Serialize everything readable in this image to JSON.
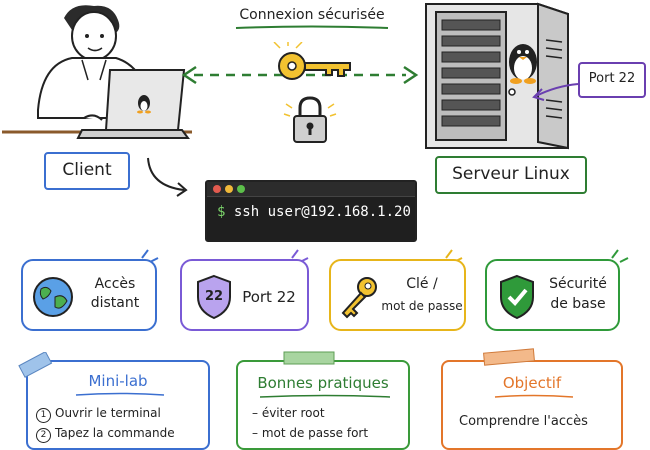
{
  "header": {
    "title": "Connexion sécurisée"
  },
  "client": {
    "label": "Client"
  },
  "server": {
    "label": "Serveur Linux",
    "port_callout": "Port 22"
  },
  "terminal": {
    "prompt": "$",
    "command": "ssh user@192.168.1.20"
  },
  "cards": [
    {
      "line1": "Accès",
      "line2": "distant",
      "color": "#3b6fd0"
    },
    {
      "line1": "",
      "line2": "Port 22",
      "badge": "22",
      "color": "#7a5ad6"
    },
    {
      "line1": "Clé /",
      "line2": "mot de passe",
      "color": "#e7b51a"
    },
    {
      "line1": "Sécurité",
      "line2": "de base",
      "color": "#2f9a3a"
    }
  ],
  "panels": {
    "minilab": {
      "title": "Mini-lab",
      "line1_num": "1",
      "line1": "Ouvrir le terminal",
      "line2_num": "2",
      "line2": "Tapez la commande",
      "color": "#3b6fd0"
    },
    "bonnes": {
      "title": "Bonnes pratiques",
      "line1": "– éviter root",
      "line2": "– mot de passe fort",
      "color": "#3a9a3a"
    },
    "objectif": {
      "title": "Objectif",
      "line1": "Comprendre l'accès",
      "color": "#e3762a"
    }
  },
  "colors": {
    "arrow": "#2e7d32",
    "key": "#f2c230",
    "callout": "#6a3fb0"
  }
}
